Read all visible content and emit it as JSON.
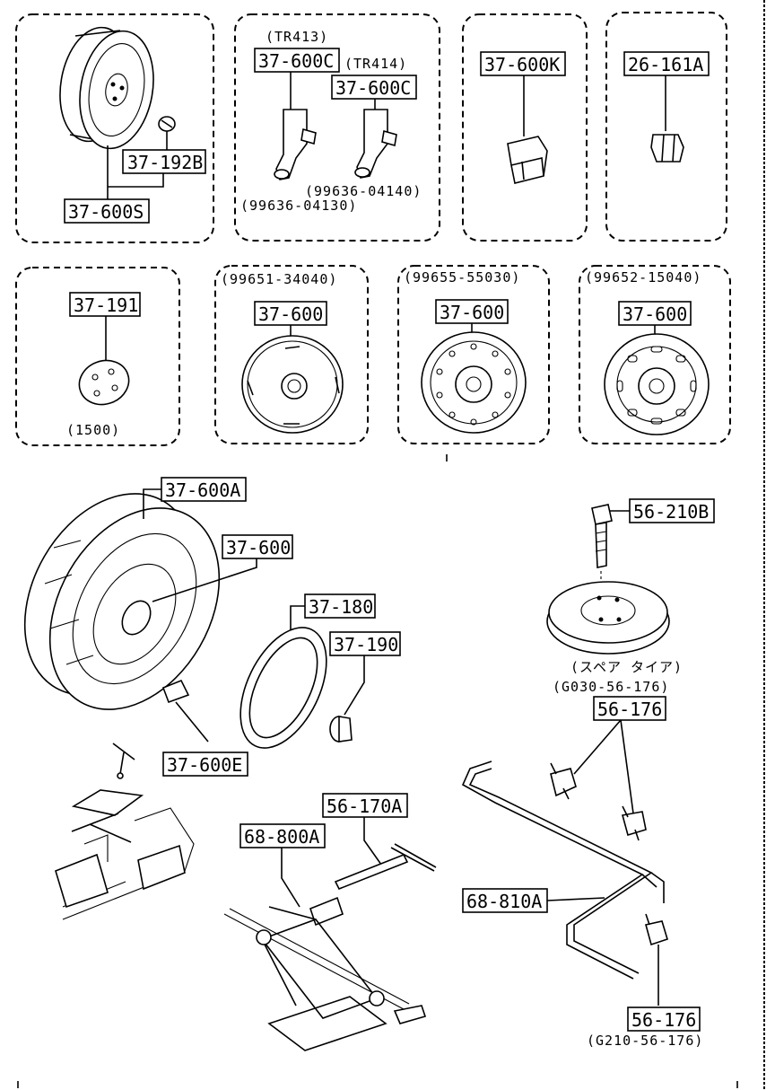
{
  "groups": {
    "g1": {
      "labels": [
        "37-192B",
        "37-600S"
      ]
    },
    "g2": {
      "notes": [
        "(TR413)",
        "(TR414)",
        "(99636-04140)",
        "(99636-04130)"
      ],
      "labels": [
        "37-600C",
        "37-600C"
      ]
    },
    "g3": {
      "labels": [
        "37-600K"
      ]
    },
    "g4": {
      "labels": [
        "26-161A"
      ]
    },
    "g5": {
      "labels": [
        "37-191"
      ],
      "notes": [
        "(1500)"
      ]
    },
    "g6": {
      "notes": [
        "(99651-34040)"
      ],
      "labels": [
        "37-600"
      ]
    },
    "g7": {
      "notes": [
        "(99655-55030)"
      ],
      "labels": [
        "37-600"
      ]
    },
    "g8": {
      "notes": [
        "(99652-15040)"
      ],
      "labels": [
        "37-600"
      ]
    }
  },
  "lower": {
    "labels": [
      "37-600A",
      "37-600",
      "37-180",
      "37-190",
      "37-600E",
      "56-170A",
      "68-800A",
      "56-210B",
      "56-176",
      "68-810A",
      "56-176"
    ],
    "notes": [
      "(スペア タイア)",
      "(G030-56-176)",
      "(G210-56-176)"
    ]
  }
}
